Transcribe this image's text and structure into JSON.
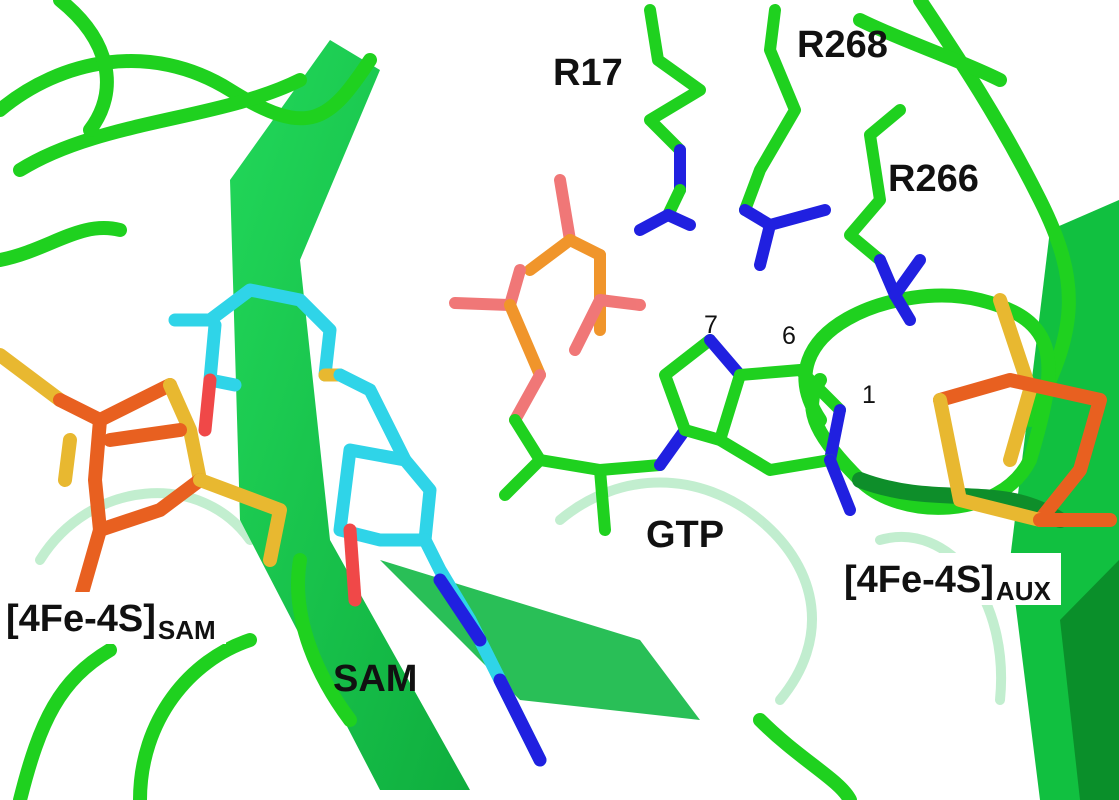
{
  "figure": {
    "type": "protein active-site structure render",
    "colors": {
      "protein": "#1fd11f",
      "protein_sheet": "#14c24a",
      "sam_carbon": "#2fd4e8",
      "nitrogen": "#2020e0",
      "oxygen": "#f04848",
      "sulfur": "#e8b830",
      "iron": "#e86020",
      "phosphorus": "#f09020",
      "phosphate_oxygen": "#f07070"
    }
  },
  "labels": {
    "r17": "R17",
    "r268": "R268",
    "r266": "R266",
    "gtp": "GTP",
    "sam": "SAM",
    "cluster_sam_main": "[4Fe-4S]",
    "cluster_sam_sub": "SAM",
    "cluster_aux_main": "[4Fe-4S]",
    "cluster_aux_sub": "AUX",
    "atom_7": "7",
    "atom_6": "6",
    "atom_1": "1"
  }
}
